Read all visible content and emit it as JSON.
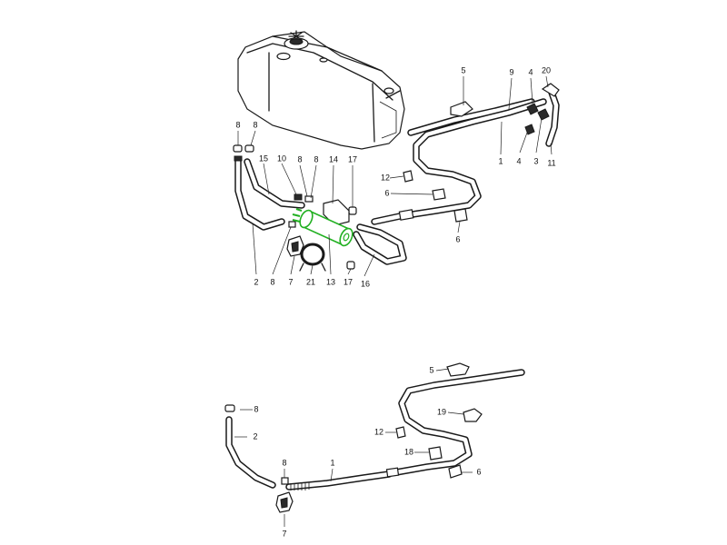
{
  "diagram": {
    "callouts": {
      "top": {
        "p5": "5",
        "p9": "9",
        "p4a": "4",
        "p20": "20",
        "p8a": "8",
        "p8b": "8",
        "p15": "15",
        "p10": "10",
        "p8c": "8",
        "p8d": "8",
        "p14": "14",
        "p17a": "17",
        "p12": "12",
        "p6a": "6",
        "p6b": "6",
        "p1": "1",
        "p4b": "4",
        "p3": "3",
        "p11": "11",
        "p2": "2",
        "p8e": "8",
        "p7": "7",
        "p21": "21",
        "p13": "13",
        "p17b": "17",
        "p16": "16"
      },
      "bottom": {
        "p5": "5",
        "p8a": "8",
        "p19": "19",
        "p2": "2",
        "p12": "12",
        "p18": "18",
        "p6": "6",
        "p1": "1",
        "p8b": "8",
        "p7": "7"
      }
    },
    "highlight_color": "#22b022"
  }
}
